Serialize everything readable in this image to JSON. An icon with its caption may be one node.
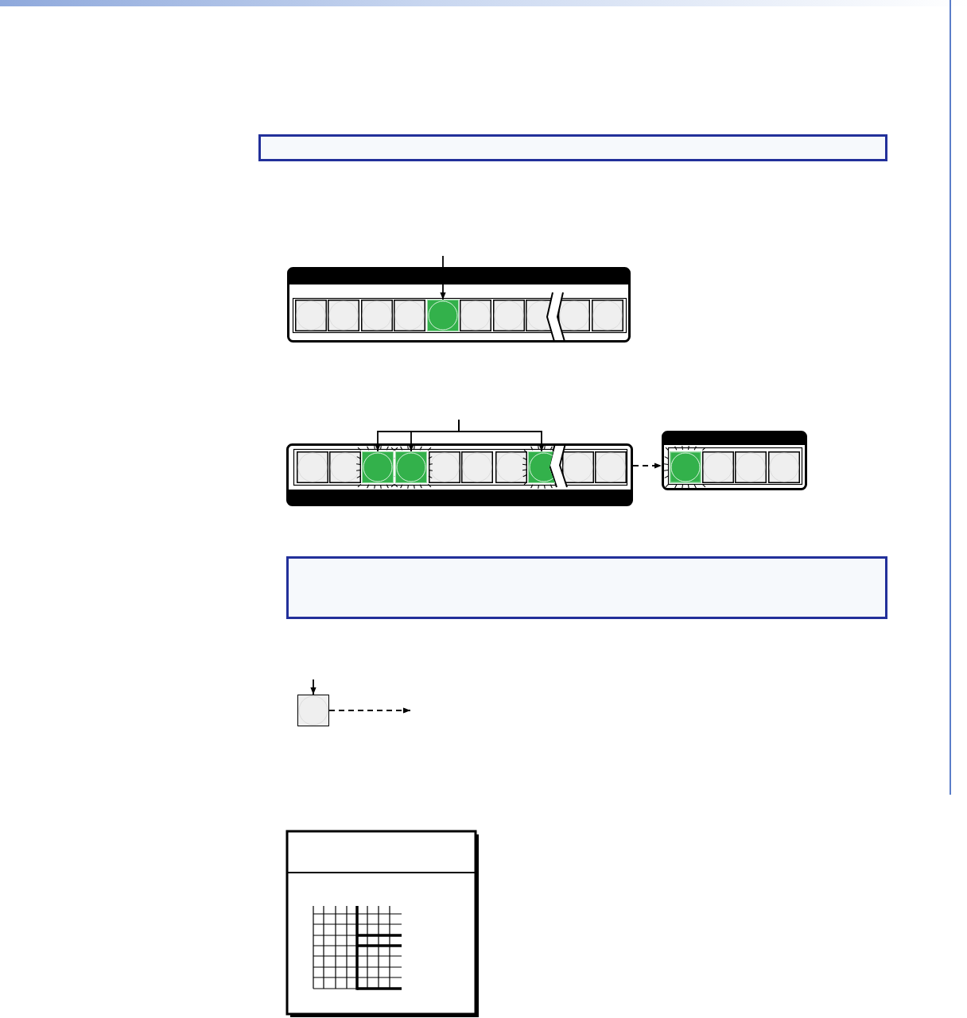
{
  "diagram": {
    "nodes": [
      {
        "text": [],
        "shape": "box"
      },
      {
        "text": [],
        "shape": "box"
      },
      {
        "text": [],
        "shape": "box",
        "in": 1
      },
      {
        "text": [],
        "shape": "box"
      },
      {
        "text": [],
        "shape": "box",
        "in": 3
      },
      {
        "text": [],
        "shape": "box",
        "in": 3
      },
      {
        "text": [],
        "shape": "box",
        "in": 3
      },
      {
        "text": [],
        "shape": "box"
      },
      {
        "text": [],
        "shape": "box"
      },
      {
        "text": [],
        "shape": "box"
      }
    ],
    "edges": [
      {
        "from": null,
        "to": 2,
        "arrow": "to"
      },
      {
        "from": null,
        "to": 4,
        "arrow": "to"
      },
      {
        "from": null,
        "to": 5,
        "arrow": "to"
      },
      {
        "from": null,
        "to": 6,
        "arrow": "to"
      },
      {
        "from": 3,
        "to": 7,
        "arrow": "to",
        "style": "dashed"
      },
      {
        "from": null,
        "to": 9,
        "arrow": "to"
      },
      {
        "from": 9,
        "to": null,
        "arrow": "to",
        "style": "dashed"
      }
    ]
  }
}
